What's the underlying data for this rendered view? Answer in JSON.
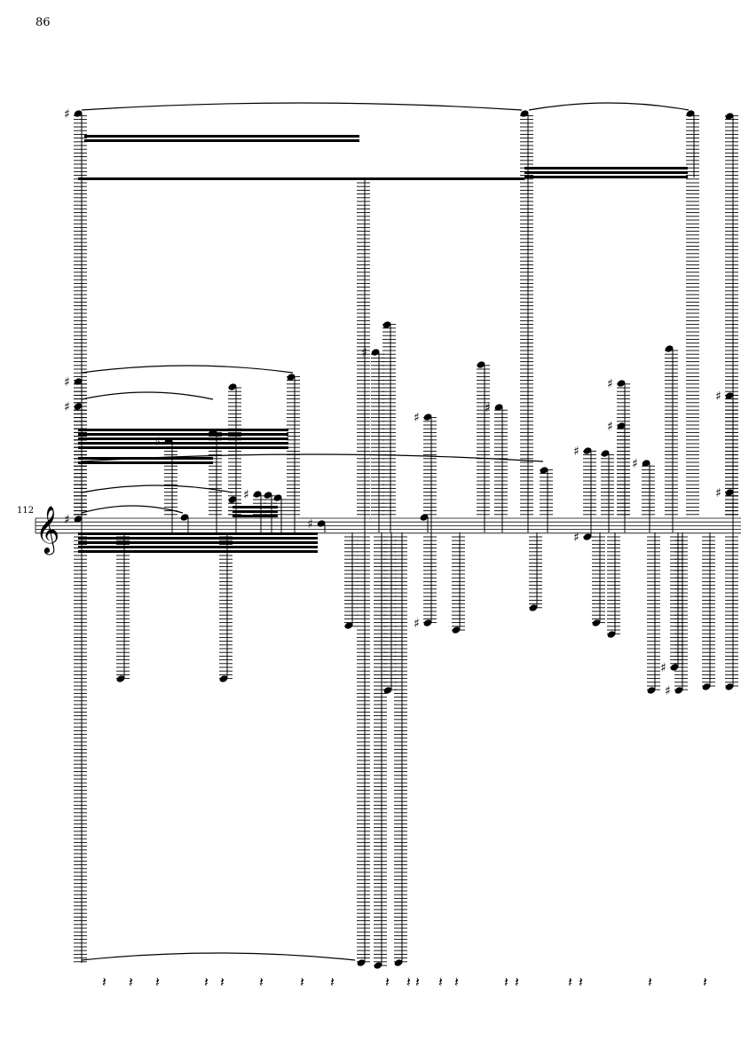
{
  "page": {
    "page_number": "86"
  },
  "system": {
    "measure_number": "112",
    "clef": "treble-clef"
  },
  "colors": {
    "ink": "#000000",
    "paper": "#ffffff"
  }
}
